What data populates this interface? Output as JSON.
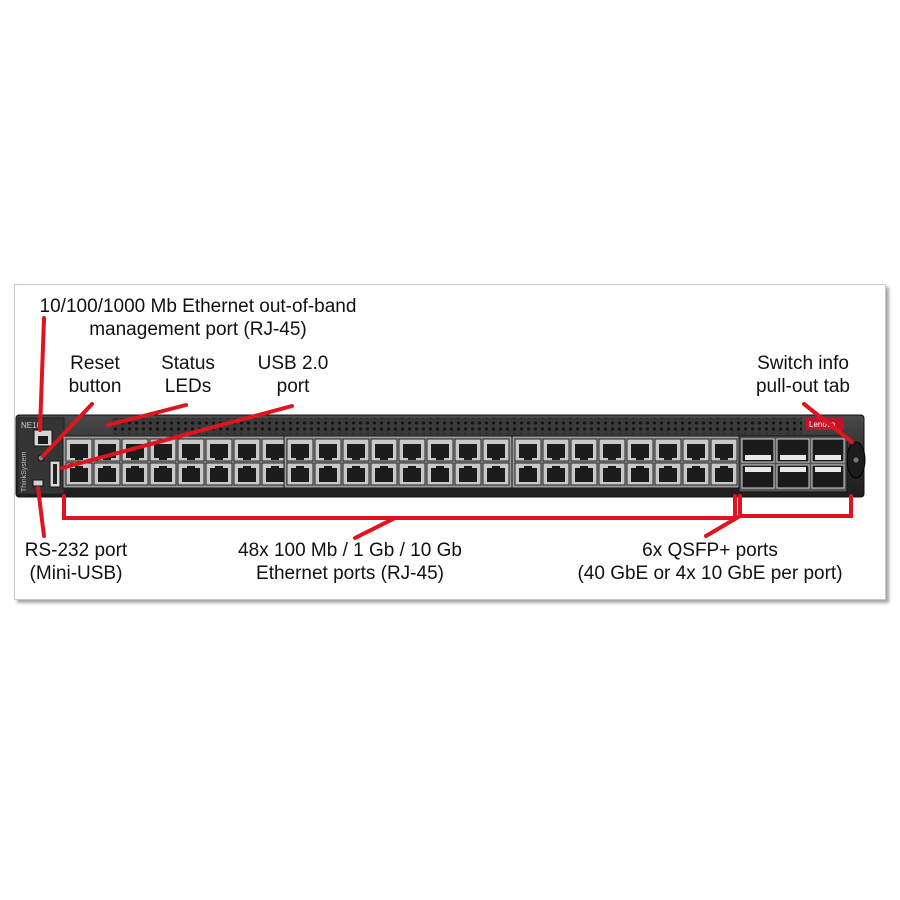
{
  "device": {
    "model_label": "NE10",
    "brand_vertical": "ThinkSystem",
    "logo": "Lenovo",
    "port_rows": 2,
    "rj45_ports_per_block": 16,
    "rj45_blocks": 3,
    "qsfp_ports": 6
  },
  "callouts": {
    "mgmt_port": {
      "line1": "10/100/1000 Mb Ethernet out-of-band",
      "line2": "management port (RJ-45)"
    },
    "reset": {
      "line1": "Reset",
      "line2": "button"
    },
    "status": {
      "line1": "Status",
      "line2": "LEDs"
    },
    "usb": {
      "line1": "USB 2.0",
      "line2": "port"
    },
    "switch_info": {
      "line1": "Switch info",
      "line2": "pull-out tab"
    },
    "rs232": {
      "line1": "RS-232 port",
      "line2": "(Mini-USB)"
    },
    "ethernet": {
      "line1": "48x 100 Mb / 1 Gb / 10 Gb",
      "line2": "Ethernet ports (RJ-45)"
    },
    "qsfp": {
      "line1": "6x QSFP+ ports",
      "line2": "(40 GbE or 4x 10 GbE per port)"
    }
  },
  "colors": {
    "callout": "#e0141e",
    "chassis": "#2b2b2b",
    "port_shell": "#c9c9c9"
  }
}
